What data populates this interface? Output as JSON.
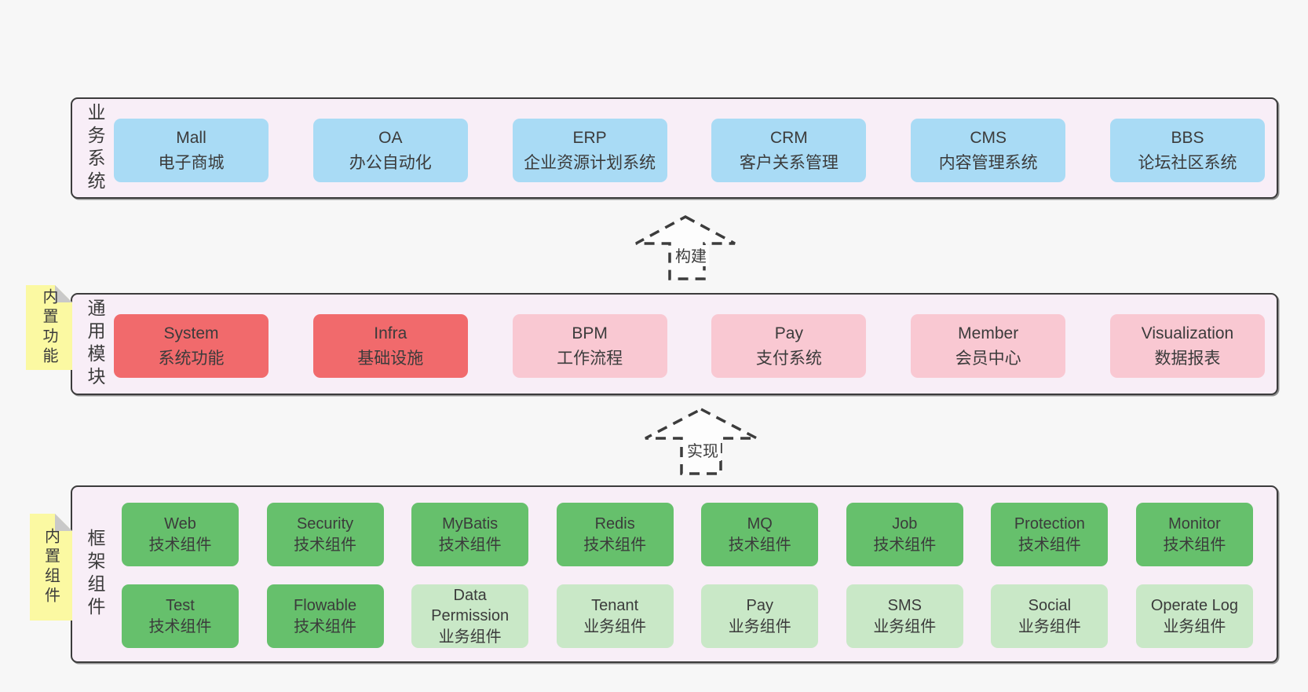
{
  "colors": {
    "blue": "#a9dbf5",
    "red": "#f16a6c",
    "pink": "#f9c8d2",
    "green_dark": "#66c06c",
    "green_light": "#c9e8c7",
    "note_yellow": "#fbf9a2",
    "layer_bg": "#f8eef7",
    "border": "#3c3c3c"
  },
  "layers": {
    "business": {
      "label": "业务系统",
      "boxes": [
        {
          "en": "Mall",
          "zh": "电子商城"
        },
        {
          "en": "OA",
          "zh": "办公自动化"
        },
        {
          "en": "ERP",
          "zh": "企业资源计划系统"
        },
        {
          "en": "CRM",
          "zh": "客户关系管理"
        },
        {
          "en": "CMS",
          "zh": "内容管理系统"
        },
        {
          "en": "BBS",
          "zh": "论坛社区系统"
        }
      ]
    },
    "arrow_build": {
      "label": "构建"
    },
    "modules": {
      "label": "通用模块",
      "note": "内置功能",
      "boxes": [
        {
          "en": "System",
          "zh": "系统功能"
        },
        {
          "en": "Infra",
          "zh": "基础设施"
        },
        {
          "en": "BPM",
          "zh": "工作流程"
        },
        {
          "en": "Pay",
          "zh": "支付系统"
        },
        {
          "en": "Member",
          "zh": "会员中心"
        },
        {
          "en": "Visualization",
          "zh": "数据报表"
        }
      ]
    },
    "arrow_implement": {
      "label": "实现"
    },
    "components": {
      "label": "框架组件",
      "note": "内置组件",
      "row1": [
        {
          "en": "Web",
          "zh": "技术组件"
        },
        {
          "en": "Security",
          "zh": "技术组件"
        },
        {
          "en": "MyBatis",
          "zh": "技术组件"
        },
        {
          "en": "Redis",
          "zh": "技术组件"
        },
        {
          "en": "MQ",
          "zh": "技术组件"
        },
        {
          "en": "Job",
          "zh": "技术组件"
        },
        {
          "en": "Protection",
          "zh": "技术组件"
        },
        {
          "en": "Monitor",
          "zh": "技术组件"
        }
      ],
      "row2": [
        {
          "en": "Test",
          "zh": "技术组件"
        },
        {
          "en": "Flowable",
          "zh": "技术组件"
        },
        {
          "en": "Data Permission",
          "zh": "业务组件"
        },
        {
          "en": "Tenant",
          "zh": "业务组件"
        },
        {
          "en": "Pay",
          "zh": "业务组件"
        },
        {
          "en": "SMS",
          "zh": "业务组件"
        },
        {
          "en": "Social",
          "zh": "业务组件"
        },
        {
          "en": "Operate Log",
          "zh": "业务组件"
        }
      ]
    }
  }
}
